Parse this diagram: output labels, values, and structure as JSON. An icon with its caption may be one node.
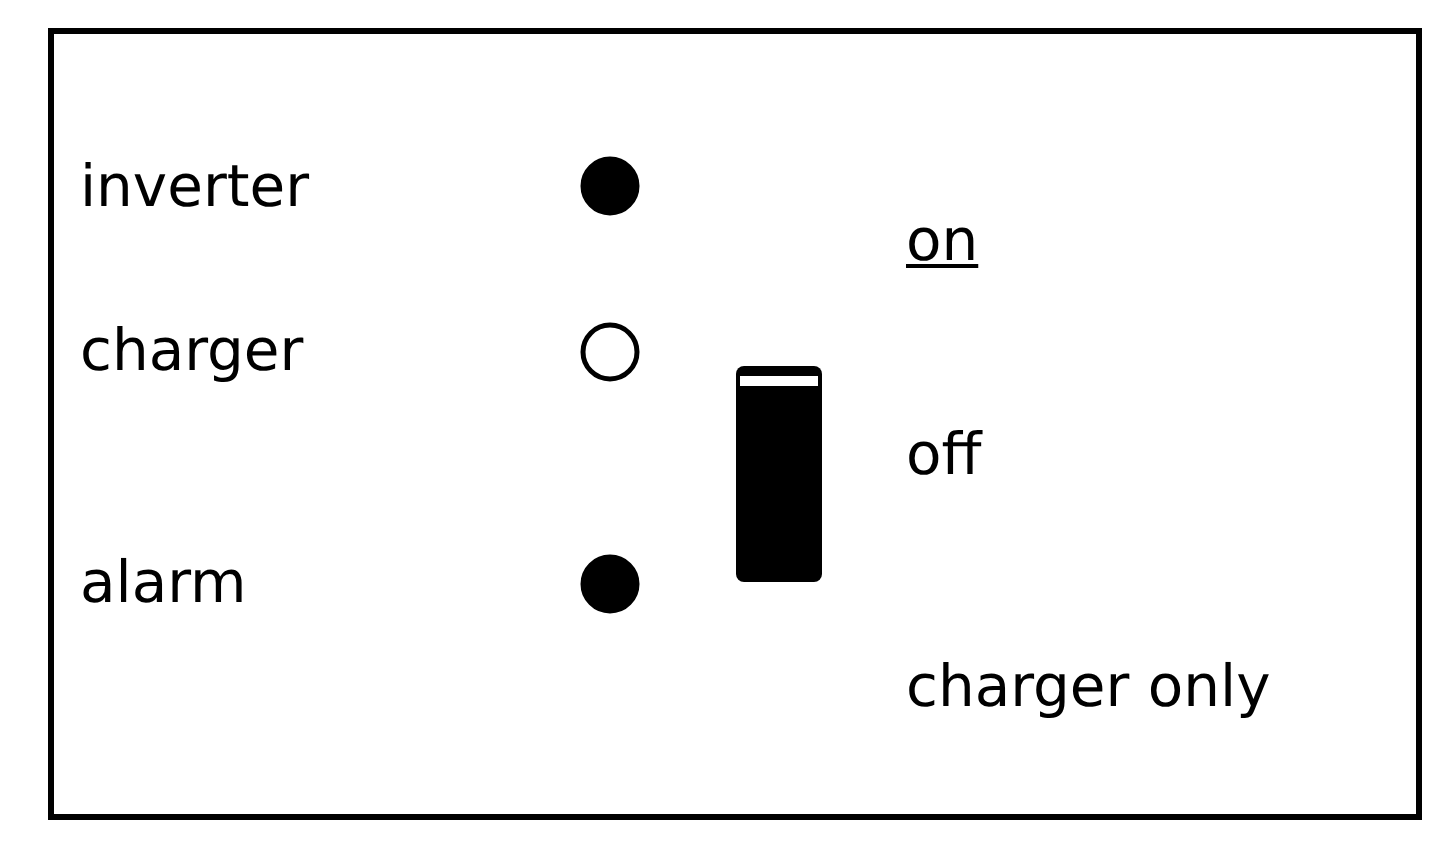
{
  "diagram": {
    "nodes": [
      {
        "text": [],
        "shape": "circle"
      },
      {
        "text": [],
        "shape": "circle"
      },
      {
        "text": [],
        "shape": "circle"
      },
      {
        "text": [],
        "shape": "box",
        "beside": [
          "on",
          "off",
          "charger only"
        ]
      }
    ],
    "labels": [
      "inverter",
      "charger",
      "alarm"
    ]
  }
}
